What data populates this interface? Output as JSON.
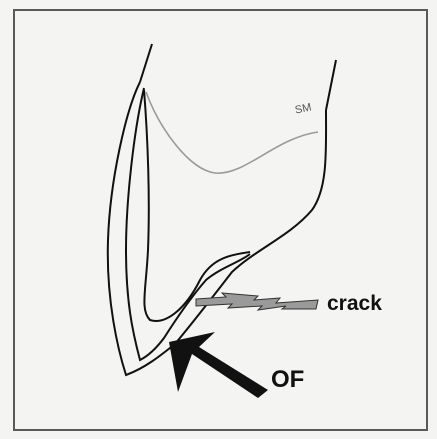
{
  "labels": {
    "crack": "crack",
    "occlusal_force": "OF",
    "sm": "SM"
  },
  "colors": {
    "background": "#f4f4f2",
    "frame": "#5a5a5a",
    "outline": "#111111",
    "faint_outline": "#9a9a9a",
    "crack_fill": "#9a9a9a",
    "arrow_fill": "#111111"
  }
}
